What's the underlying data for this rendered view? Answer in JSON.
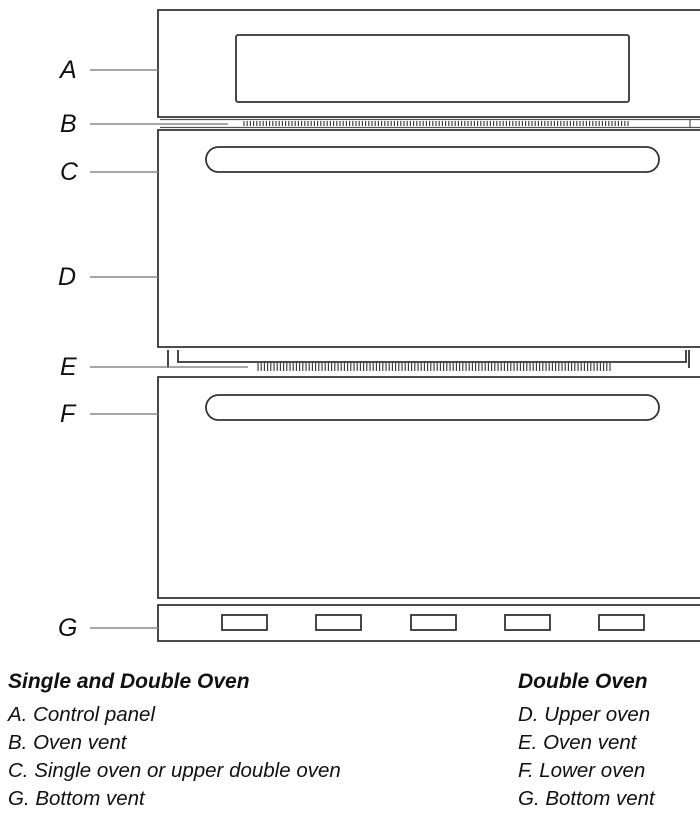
{
  "callouts": {
    "a": "A",
    "b": "B",
    "c": "C",
    "d": "D",
    "e": "E",
    "f": "F",
    "g": "G"
  },
  "legend_left": {
    "heading": "Single and Double Oven",
    "items": [
      "A. Control panel",
      "B. Oven vent",
      "C. Single oven or upper double oven",
      "G. Bottom vent"
    ]
  },
  "legend_right": {
    "heading": "Double Oven",
    "items": [
      "D. Upper oven",
      "E. Oven vent",
      "F. Lower oven",
      "G. Bottom vent"
    ]
  }
}
